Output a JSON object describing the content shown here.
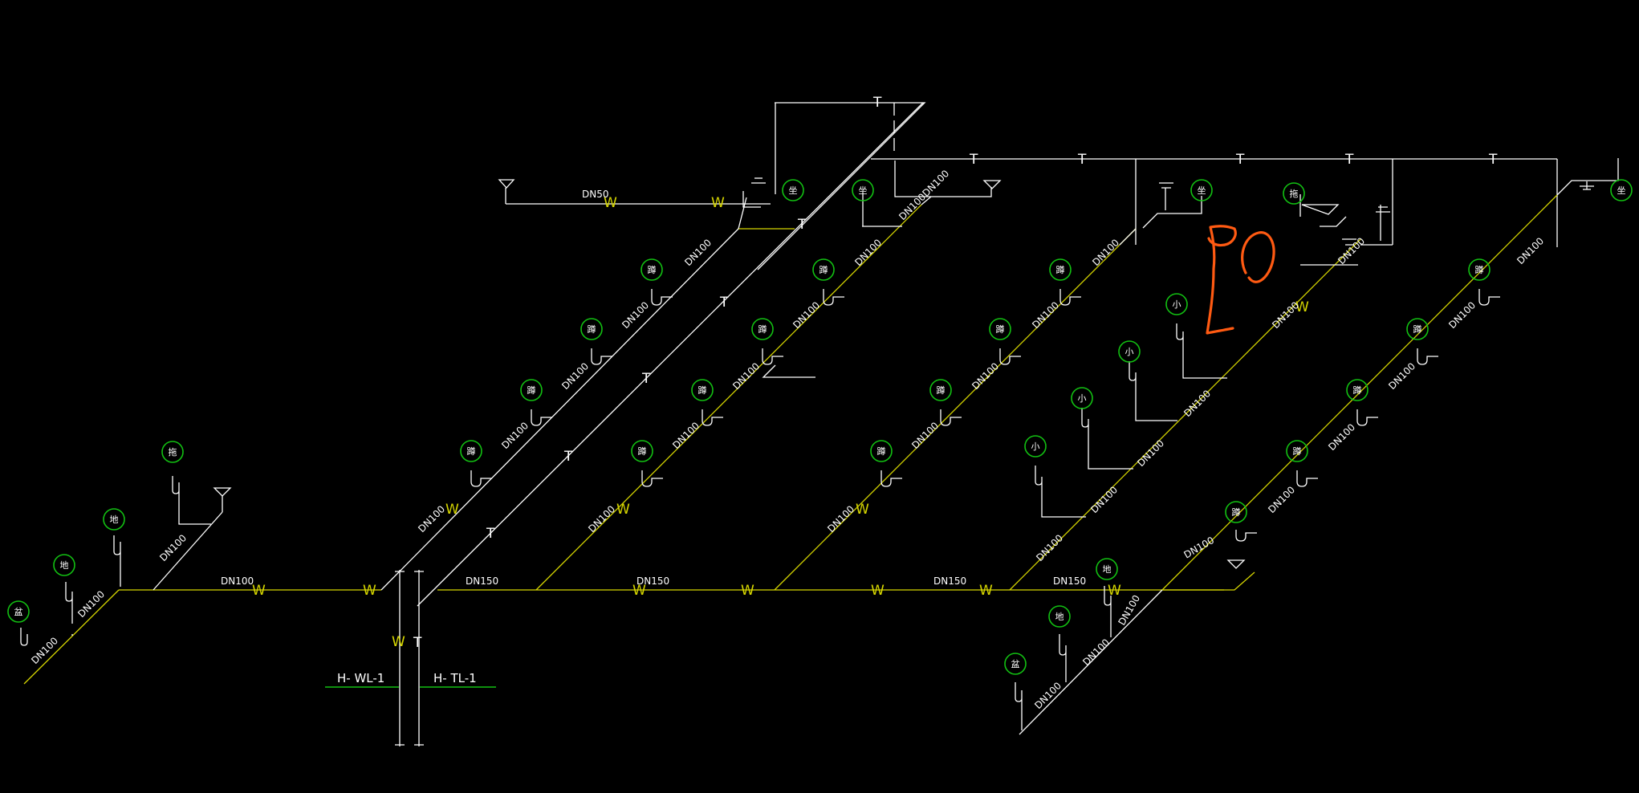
{
  "pipe_labels": {
    "dn50": "DN50",
    "dn100": "DN100",
    "dn150": "DN150",
    "dn100_dn100": "DN100DN100"
  },
  "riser_labels": {
    "wl": "H- WL-1",
    "tl": "H- TL-1"
  },
  "symbols": {
    "w": "W",
    "t": "T"
  },
  "fixtures": {
    "squat": "蹲",
    "seat": "坐",
    "urinal": "小",
    "mop": "拖",
    "basin": "盆",
    "floor": "地"
  },
  "annotation": "50",
  "colors": {
    "background": "#000000",
    "pipe_white": "#ffffff",
    "pipe_yellow": "#d6d600",
    "fixture_circle": "#12c012",
    "markup": "#ff5a12"
  }
}
